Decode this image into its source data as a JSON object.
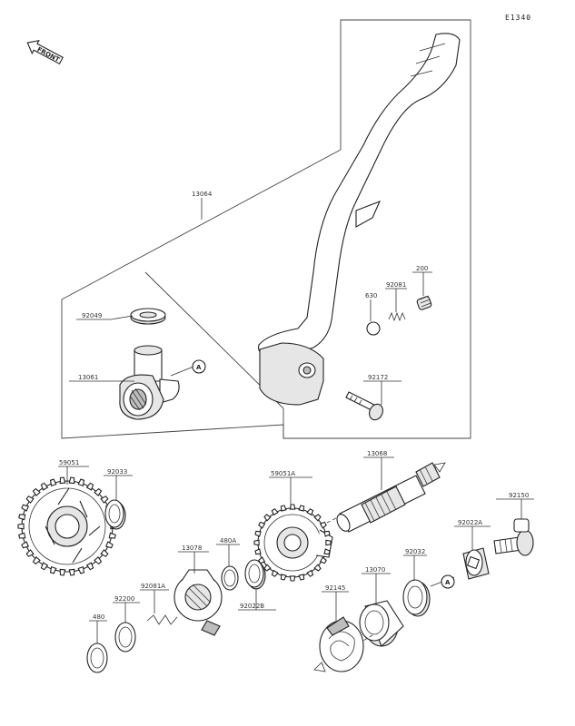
{
  "sheet_code": "E1340",
  "front_badge": "FRONT",
  "ref_marker": "A",
  "parts": {
    "p13064": "13064",
    "p92049": "92049",
    "p13061": "13061",
    "p200": "200",
    "p92081": "92081",
    "p630": "630",
    "p92172": "92172",
    "p59051": "59051",
    "p92033": "92033",
    "p13068": "13068",
    "p59051a": "59051A",
    "p92150": "92150",
    "p92022a": "92022A",
    "p92032": "92032",
    "p13078": "13078",
    "p480a": "480A",
    "p92081a": "92081A",
    "p92200": "92200",
    "p480": "480",
    "p13070": "13070",
    "p92145": "92145",
    "p92022b": "92022B"
  }
}
